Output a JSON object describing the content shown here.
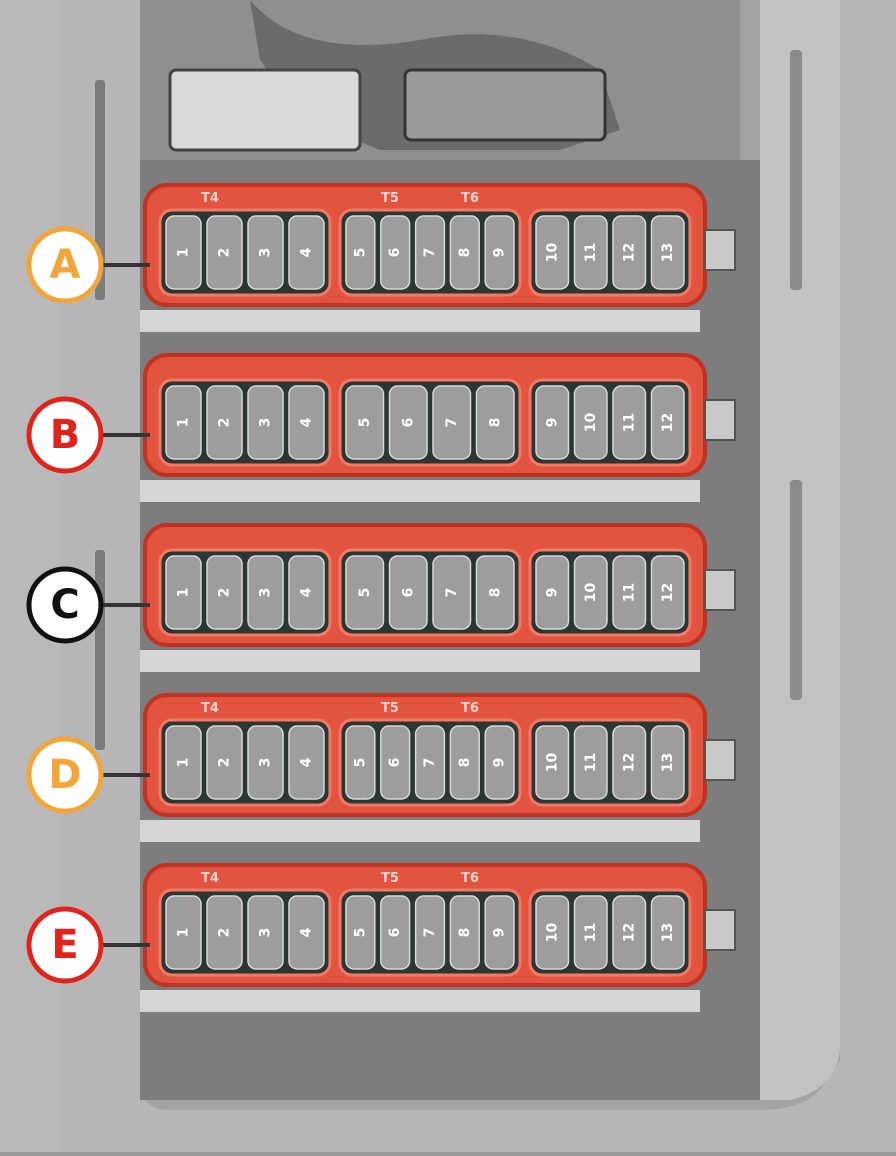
{
  "colors": {
    "housing_outer": "#8e8e8e",
    "housing_inner": "#b4b4b4",
    "recess": "#6e6e6e",
    "carrier_red": "#e2543f",
    "carrier_edge": "#c23222",
    "fuse_gray": "#9d9d9d",
    "slot_dark": "#2c3633",
    "label_a": "#f2a63a",
    "label_b": "#e0231b",
    "label_c": "#111111",
    "label_d": "#f2a63a",
    "label_e": "#e0231b"
  },
  "rows": [
    {
      "label": "A",
      "color": "#f2a63a",
      "groups": [
        {
          "header": "T4",
          "fuses": [
            "1",
            "2",
            "3",
            "4"
          ]
        },
        {
          "header": "T5",
          "fuses": [
            "5",
            "6",
            "7",
            "8",
            "9"
          ]
        },
        {
          "header": "",
          "fuses": [
            "10",
            "11",
            "12",
            "13"
          ]
        }
      ],
      "extra_header": "T6"
    },
    {
      "label": "B",
      "color": "#e0231b",
      "groups": [
        {
          "header": "",
          "fuses": [
            "1",
            "2",
            "3",
            "4"
          ]
        },
        {
          "header": "",
          "fuses": [
            "5",
            "6",
            "7",
            "8"
          ]
        },
        {
          "header": "",
          "fuses": [
            "9",
            "10",
            "11",
            "12"
          ]
        }
      ],
      "extra_header": ""
    },
    {
      "label": "C",
      "color": "#111111",
      "groups": [
        {
          "header": "",
          "fuses": [
            "1",
            "2",
            "3",
            "4"
          ]
        },
        {
          "header": "",
          "fuses": [
            "5",
            "6",
            "7",
            "8"
          ]
        },
        {
          "header": "",
          "fuses": [
            "9",
            "10",
            "11",
            "12"
          ]
        }
      ],
      "extra_header": ""
    },
    {
      "label": "D",
      "color": "#f2a63a",
      "groups": [
        {
          "header": "T4",
          "fuses": [
            "1",
            "2",
            "3",
            "4"
          ]
        },
        {
          "header": "T5",
          "fuses": [
            "5",
            "6",
            "7",
            "8",
            "9"
          ]
        },
        {
          "header": "",
          "fuses": [
            "10",
            "11",
            "12",
            "13"
          ]
        }
      ],
      "extra_header": "T6"
    },
    {
      "label": "E",
      "color": "#e0231b",
      "groups": [
        {
          "header": "T4",
          "fuses": [
            "1",
            "2",
            "3",
            "4"
          ]
        },
        {
          "header": "T5",
          "fuses": [
            "5",
            "6",
            "7",
            "8",
            "9"
          ]
        },
        {
          "header": "",
          "fuses": [
            "10",
            "11",
            "12",
            "13"
          ]
        }
      ],
      "extra_header": "T6"
    }
  ]
}
